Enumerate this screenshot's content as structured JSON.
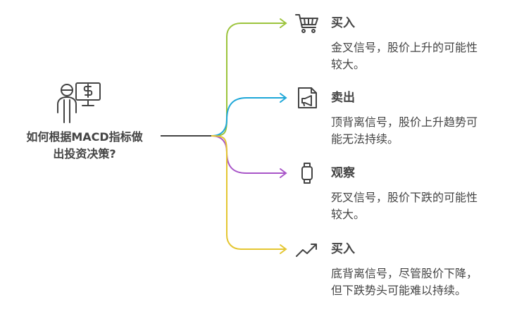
{
  "central": {
    "title_line1": "如何根据MACD指标做",
    "title_line2": "出投资决策?",
    "icon": "investor-icon"
  },
  "branches": [
    {
      "title": "买入",
      "desc_line1": "金叉信号，股价上升的可能性",
      "desc_line2": "较大。",
      "icon": "shopping-cart-icon",
      "color": "#9CC43C"
    },
    {
      "title": "卖出",
      "desc_line1": "顶背离信号，股价上升趋势可",
      "desc_line2": "能无法持续。",
      "icon": "megaphone-icon",
      "color": "#1EA7D8"
    },
    {
      "title": "观察",
      "desc_line1": "死叉信号，股价下跌的可能性",
      "desc_line2": "较大。",
      "icon": "watch-icon",
      "color": "#A855C8"
    },
    {
      "title": "买入",
      "desc_line1": "底背离信号，尽管股价下降，",
      "desc_line2": "但下跌势头可能难以持续。",
      "icon": "trending-up-icon",
      "color": "#E4C631"
    }
  ]
}
